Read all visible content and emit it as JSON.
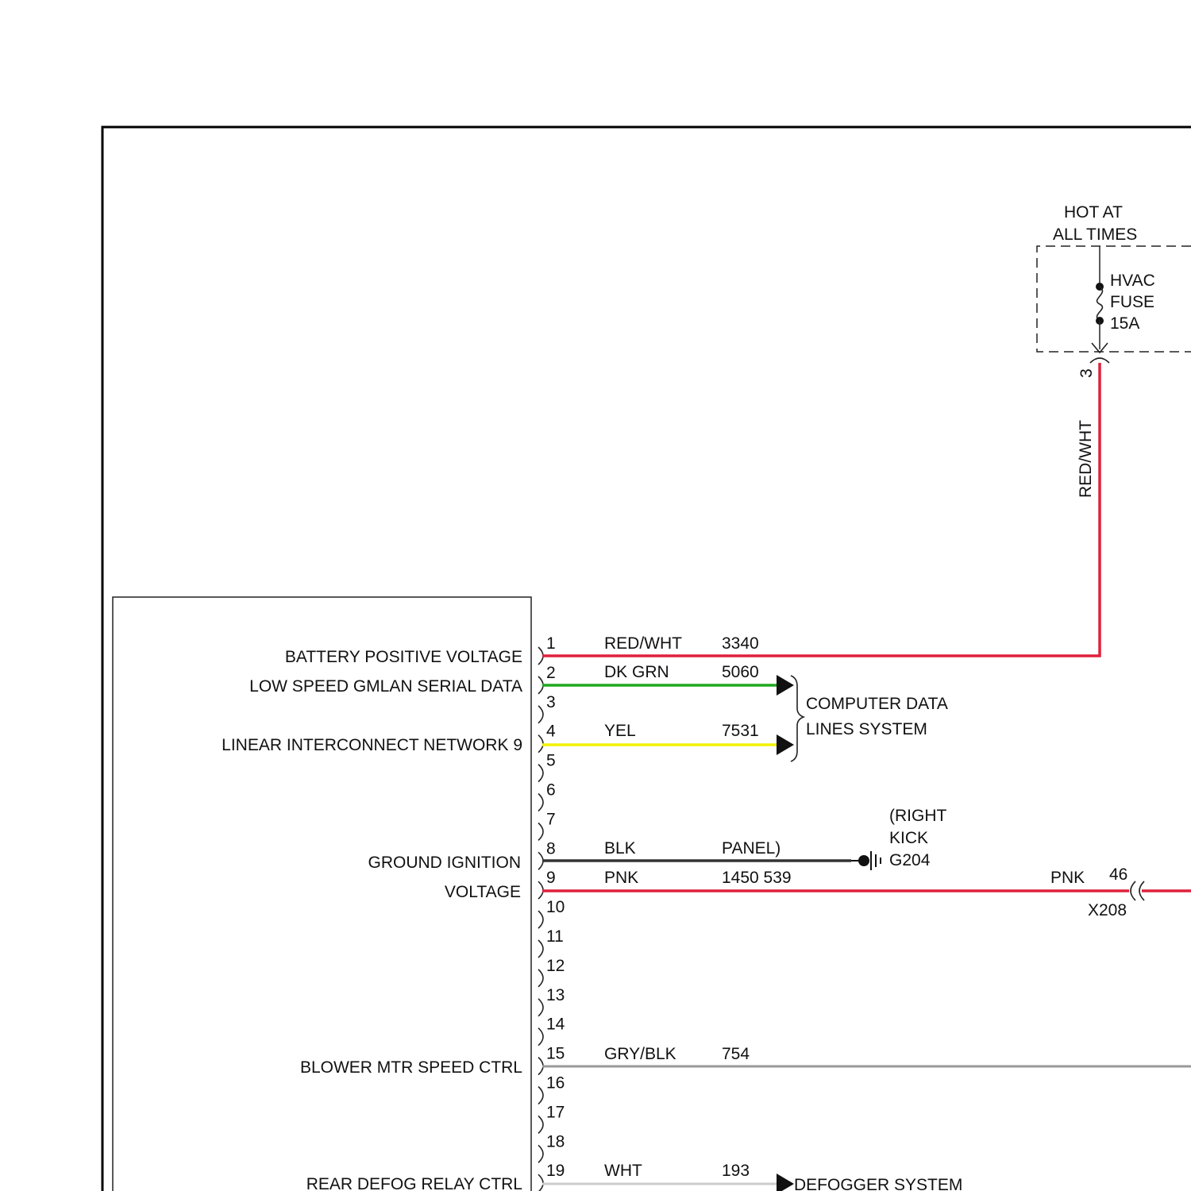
{
  "supply": {
    "hot_line1": "HOT AT",
    "hot_line2": "ALL TIMES",
    "fuse_line1": "HVAC",
    "fuse_line2": "FUSE",
    "fuse_line3": "15A",
    "fuse_pin": "3",
    "feed_wire_color": "RED/WHT"
  },
  "module": {
    "pins": [
      "1",
      "2",
      "3",
      "4",
      "5",
      "6",
      "7",
      "8",
      "9",
      "10",
      "11",
      "12",
      "13",
      "14",
      "15",
      "16",
      "17",
      "18",
      "19"
    ],
    "circuits": [
      {
        "pin": "1",
        "label": "BATTERY POSITIVE VOLTAGE",
        "color_name": "RED/WHT",
        "circuit": "3340",
        "wire_hex": "#e0203c"
      },
      {
        "pin": "2",
        "label": "LOW SPEED GMLAN SERIAL DATA",
        "color_name": "DK GRN",
        "circuit": "5060",
        "wire_hex": "#1fa81f"
      },
      {
        "pin": "4",
        "label": "LINEAR INTERCONNECT NETWORK 9",
        "color_name": "YEL",
        "circuit": "7531",
        "wire_hex": "#f2f200"
      },
      {
        "pin": "8",
        "label": "GROUND IGNITION",
        "color_name": "BLK",
        "circuit": "PANEL)",
        "wire_hex": "#333333"
      },
      {
        "pin": "9",
        "label": "VOLTAGE",
        "color_name": "PNK",
        "circuit": "1450 539",
        "wire_hex": "#e0203c"
      },
      {
        "pin": "15",
        "label": "BLOWER MTR SPEED CTRL",
        "color_name": "GRY/BLK",
        "circuit": "754",
        "wire_hex": "#9a9a9a"
      },
      {
        "pin": "19",
        "label": "REAR DEFOG RELAY CTRL",
        "color_name": "WHT",
        "circuit": "193",
        "wire_hex": "#cccccc"
      }
    ]
  },
  "data_lines": {
    "line1": "COMPUTER DATA",
    "line2": "LINES SYSTEM"
  },
  "ground": {
    "line1": "(RIGHT",
    "line2": "KICK",
    "line3": "G204"
  },
  "connector_x208": {
    "wire_color": "PNK",
    "pin": "46",
    "name": "X208"
  },
  "defogger": {
    "label": "DEFOGGER SYSTEM"
  }
}
